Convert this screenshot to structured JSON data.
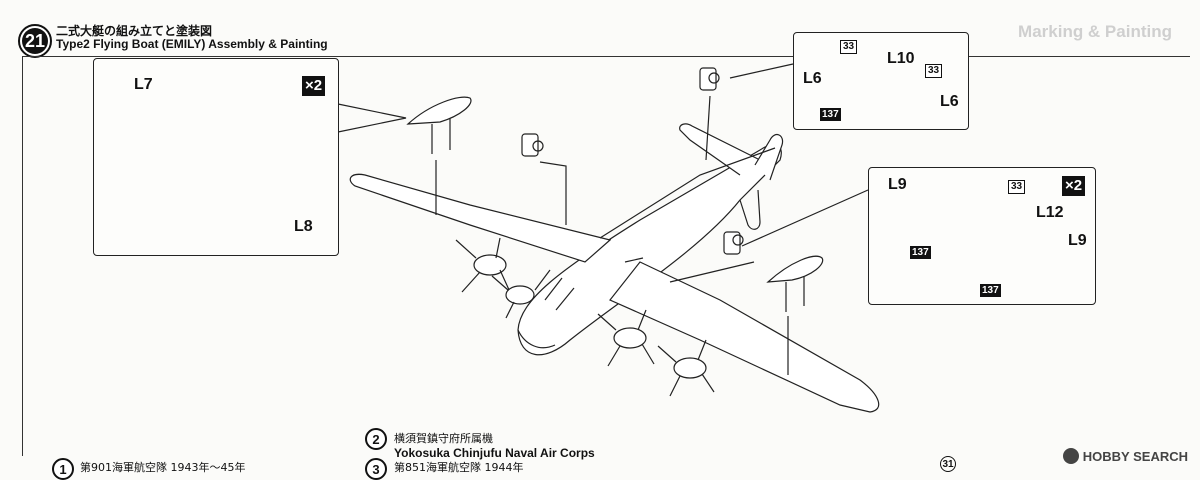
{
  "step": {
    "number": "21",
    "title_jp": "二式大艇の組み立てと塗装図",
    "title_en": "Type2 Flying Boat (EMILY) Assembly & Painting"
  },
  "ghost": {
    "heading": "Marking & Painting"
  },
  "float_detail": {
    "multiplier": "×2",
    "parts": [
      "L7",
      "L8"
    ]
  },
  "gear_top": {
    "parts": [
      "L6",
      "L10",
      "L6"
    ],
    "part_numbers": [
      "33",
      "33",
      "137"
    ]
  },
  "gear_right": {
    "multiplier": "×2",
    "parts": [
      "L9",
      "L12",
      "L9"
    ],
    "part_numbers": [
      "33",
      "137",
      "137"
    ]
  },
  "legend": [
    {
      "marker": "2",
      "jp": "横須賀鎮守府所属機",
      "en": "Yokosuka Chinjufu Naval Air Corps"
    },
    {
      "marker": "1",
      "jp": "第901海軍航空隊 1943年〜45年"
    },
    {
      "marker": "3",
      "jp": "第851海軍航空隊 1944年"
    }
  ],
  "page_number": "31",
  "watermark": "HOBBY SEARCH"
}
